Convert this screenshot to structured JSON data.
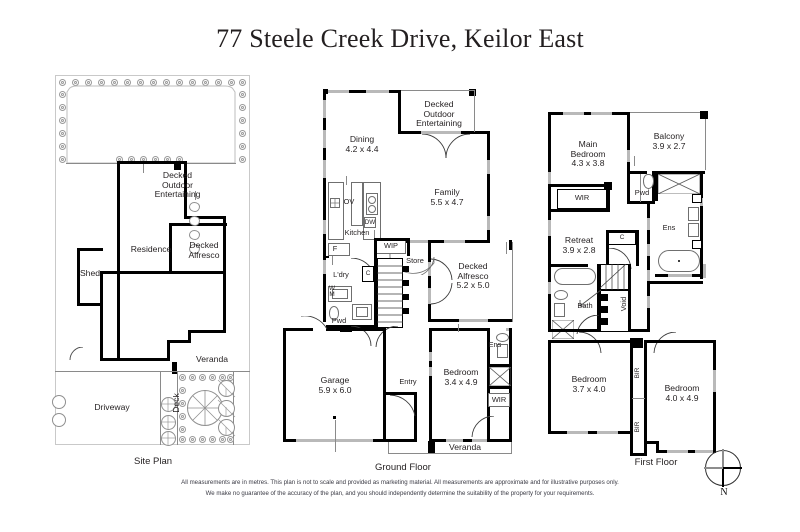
{
  "title": "77 Steele Creek Drive, Keilor East",
  "panels": {
    "site": {
      "caption": "Site Plan"
    },
    "ground": {
      "caption": "Ground Floor"
    },
    "first": {
      "caption": "First Floor"
    }
  },
  "site_plan": {
    "labels": [
      {
        "text": "Decked\nOutdoor\nEntertaining"
      },
      {
        "text": "Shed"
      },
      {
        "text": "Residence"
      },
      {
        "text": "Decked\nAlfresco"
      },
      {
        "text": "Veranda"
      },
      {
        "text": "Driveway"
      },
      {
        "text": "Deck"
      }
    ]
  },
  "ground_floor": {
    "rooms": [
      {
        "name": "Dining",
        "dims": "4.2 x 4.4"
      },
      {
        "name": "Decked\nOutdoor\nEntertaining",
        "dims": ""
      },
      {
        "name": "Family",
        "dims": "5.5 x 4.7"
      },
      {
        "name": "Decked\nAlfresco",
        "dims": "5.2 x 5.0"
      },
      {
        "name": "Garage",
        "dims": "5.9 x 6.0"
      },
      {
        "name": "Bedroom",
        "dims": "3.4 x 4.9"
      }
    ],
    "small_labels": [
      {
        "text": "Kitchen"
      },
      {
        "text": "OV"
      },
      {
        "text": "DW"
      },
      {
        "text": "F"
      },
      {
        "text": "WIP"
      },
      {
        "text": "Store"
      },
      {
        "text": "L'dry"
      },
      {
        "text": "C"
      },
      {
        "text": "W\nM"
      },
      {
        "text": "Pwd"
      },
      {
        "text": "Entry"
      },
      {
        "text": "Ens"
      },
      {
        "text": "WIR"
      },
      {
        "text": "Veranda"
      }
    ]
  },
  "first_floor": {
    "rooms": [
      {
        "name": "Main\nBedroom",
        "dims": "4.3 x 3.8"
      },
      {
        "name": "Balcony",
        "dims": "3.9 x 2.7"
      },
      {
        "name": "Retreat",
        "dims": "3.9 x 2.8"
      },
      {
        "name": "Bedroom",
        "dims": "3.7 x 4.0"
      },
      {
        "name": "Bedroom",
        "dims": "4.0 x 4.9"
      }
    ],
    "small_labels": [
      {
        "text": "WIR"
      },
      {
        "text": "C"
      },
      {
        "text": "Pwd"
      },
      {
        "text": "Ens"
      },
      {
        "text": "Bath"
      },
      {
        "text": "Void"
      },
      {
        "text": "BIR"
      },
      {
        "text": "BIR"
      }
    ]
  },
  "compass": {
    "label": "N"
  },
  "disclaimer": {
    "line1": "All measurements are in metres. This plan is not to scale and provided as marketing material. All measurements are approximate and for illustrative purposes only.",
    "line2": "We make no guarantee of the accuracy of the plan, and you should independently determine the suitability of the property for your requirements."
  }
}
